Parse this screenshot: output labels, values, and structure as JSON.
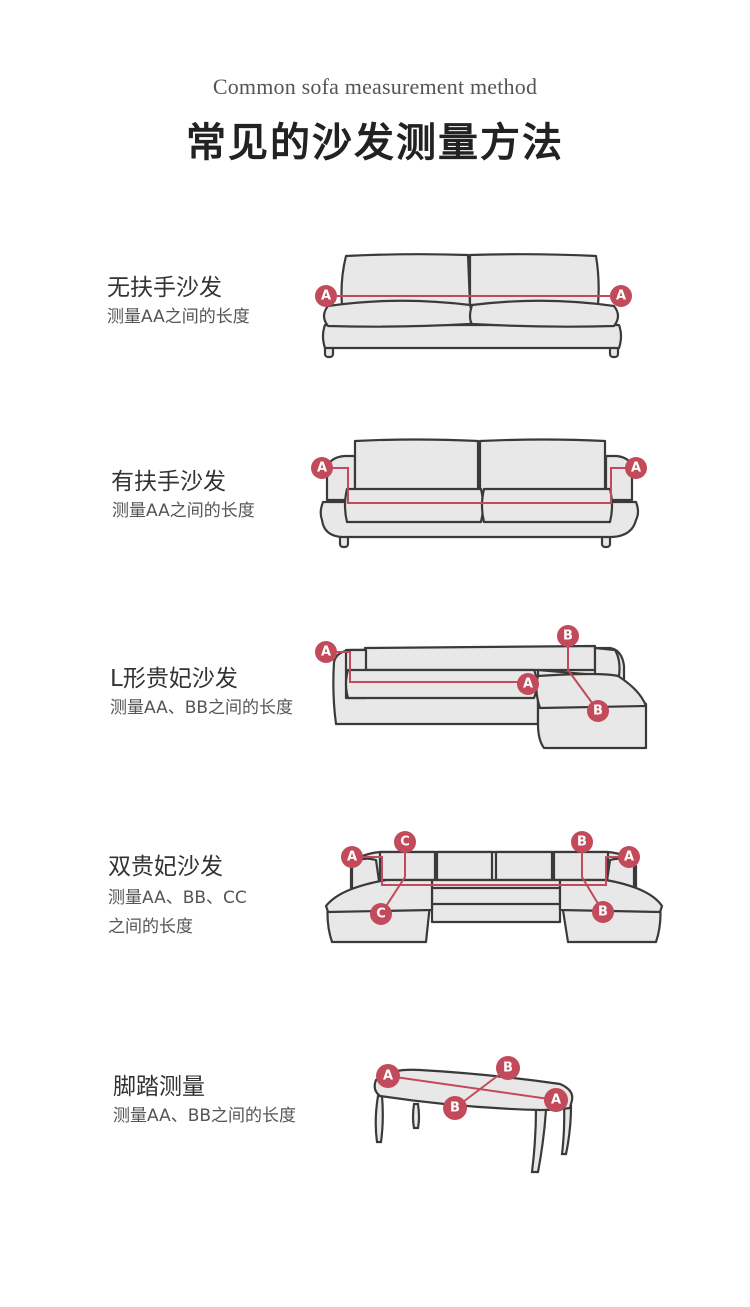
{
  "header": {
    "subtitle": "Common sofa measurement method",
    "title": "常见的沙发测量方法"
  },
  "sections": [
    {
      "label": "无扶手沙发",
      "desc": [
        "测量AA之间的长度"
      ]
    },
    {
      "label": "有扶手沙发",
      "desc": [
        "测量AA之间的长度"
      ]
    },
    {
      "label": "L形贵妃沙发",
      "desc": [
        "测量AA、BB之间的长度"
      ]
    },
    {
      "label": "双贵妃沙发",
      "desc": [
        "测量AA、BB、CC",
        "之间的长度"
      ]
    },
    {
      "label": "脚踏测量",
      "desc": [
        "测量AA、BB之间的长度"
      ]
    }
  ],
  "markers": {
    "a": "A",
    "b": "B",
    "c": "C"
  },
  "colors": {
    "accent": "#c24a5a",
    "outline": "#3a3a3a",
    "fill": "#e8e8e8"
  }
}
